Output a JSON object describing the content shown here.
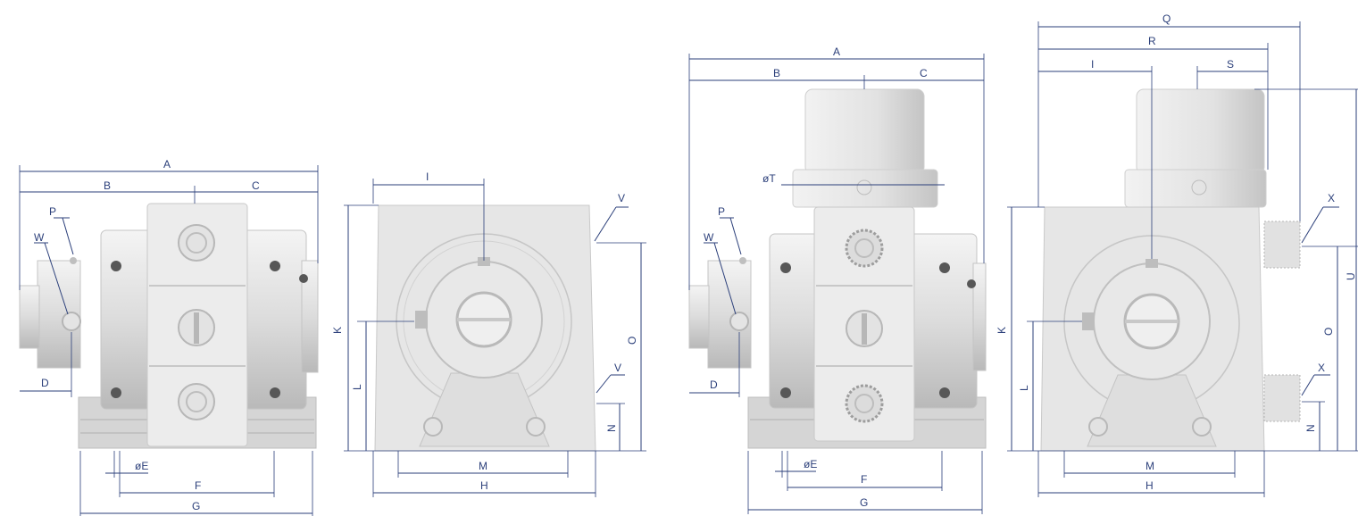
{
  "colors": {
    "dimension": "#2b3f7a",
    "body": "#e6e6e6",
    "shadow": "#575757"
  },
  "views": {
    "view1": {
      "A": "A",
      "B": "B",
      "C": "C",
      "P": "P",
      "W": "W",
      "D": "D",
      "E": "øE",
      "F": "F",
      "G": "G"
    },
    "view2": {
      "I": "I",
      "V1": "V",
      "V2": "V",
      "K": "K",
      "L": "L",
      "O": "O",
      "N": "N",
      "M": "M",
      "H": "H"
    },
    "view3": {
      "A": "A",
      "B": "B",
      "C": "C",
      "T": "øT",
      "P": "P",
      "W": "W",
      "D": "D",
      "E": "øE",
      "F": "F",
      "G": "G"
    },
    "view4": {
      "Q": "Q",
      "R": "R",
      "S": "S",
      "I": "I",
      "X1": "X",
      "X2": "X",
      "K": "K",
      "L": "L",
      "O": "O",
      "N": "N",
      "U": "U",
      "M": "M",
      "H": "H"
    }
  }
}
